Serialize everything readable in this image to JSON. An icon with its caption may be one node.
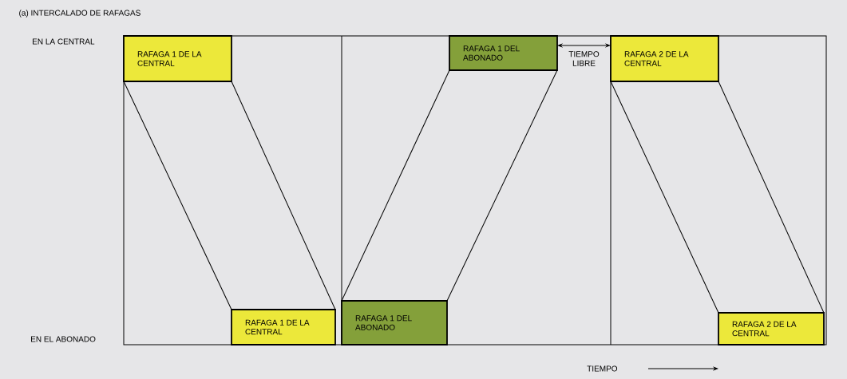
{
  "diagram": {
    "title": "(a) INTERCALADO DE RAFAGAS",
    "nodes": [
      {
        "text": [
          "RAFAGA 1 DE LA CENTRAL"
        ]
      },
      {
        "text": [
          "RAFAGA 1 DE LA CENTRAL"
        ]
      },
      {
        "text": [
          "RAFAGA 1 DEL ABONADO"
        ]
      },
      {
        "text": [
          "RAFAGA 1 DEL ABONADO"
        ]
      },
      {
        "text": [
          "RAFAGA 2 DE LA CENTRAL"
        ]
      },
      {
        "text": [
          "RAFAGA 2 DE LA CENTRAL"
        ]
      }
    ],
    "edges": [
      {
        "from": 0,
        "to": 1,
        "arrow": "none"
      },
      {
        "from": 0,
        "to": 1,
        "arrow": "none"
      },
      {
        "from": 2,
        "to": 3,
        "arrow": "none"
      },
      {
        "from": 2,
        "to": 3,
        "arrow": "none"
      },
      {
        "from": 3,
        "to": 4,
        "arrow": "both",
        "label": "TIEMPO LIBRE"
      },
      {
        "from": 4,
        "to": 5,
        "arrow": "none"
      },
      {
        "from": 4,
        "to": 5,
        "arrow": "none"
      }
    ],
    "labels": [
      "EN LA CENTRAL",
      "EN EL ABONADO",
      "TIEMPO"
    ]
  }
}
